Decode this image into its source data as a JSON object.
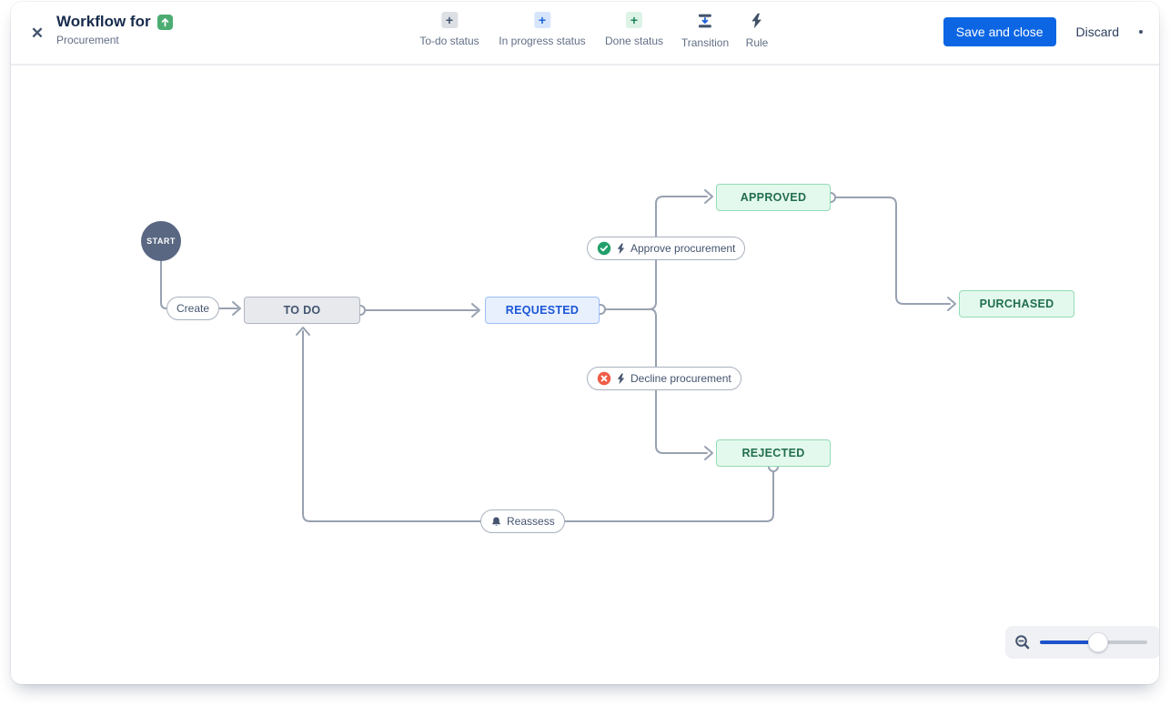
{
  "header": {
    "title": "Workflow for",
    "subtitle": "Procurement"
  },
  "toolbar": {
    "items": [
      {
        "label": "To-do status",
        "icon": "plus-gray-icon",
        "plus_glyph": "+"
      },
      {
        "label": "In progress status",
        "icon": "plus-blue-icon",
        "plus_glyph": "+"
      },
      {
        "label": "Done status",
        "icon": "plus-green-icon",
        "plus_glyph": "+"
      },
      {
        "label": "Transition",
        "icon": "transition-icon"
      },
      {
        "label": "Rule",
        "icon": "lightning-icon"
      }
    ]
  },
  "actions": {
    "save": "Save and close",
    "discard": "Discard"
  },
  "nodes": {
    "start": {
      "label": "START",
      "type": "start"
    },
    "todo": {
      "label": "TO DO",
      "type": "todo"
    },
    "requested": {
      "label": "REQUESTED",
      "type": "in-progress"
    },
    "approved": {
      "label": "APPROVED",
      "type": "done"
    },
    "purchased": {
      "label": "PURCHASED",
      "type": "done"
    },
    "rejected": {
      "label": "REJECTED",
      "type": "done"
    }
  },
  "transitions": {
    "create": {
      "label": "Create"
    },
    "approve": {
      "label": "Approve procurement",
      "icons": [
        "check-circle-icon",
        "lightning-icon"
      ]
    },
    "decline": {
      "label": "Decline procurement",
      "icons": [
        "x-circle-icon",
        "lightning-icon"
      ]
    },
    "reassess": {
      "label": "Reassess",
      "icons": [
        "bell-icon"
      ]
    }
  },
  "colors": {
    "primary_button": "#0C66E4",
    "title_text": "#172B4D",
    "todo_fill": "#E7E9ED",
    "in_progress_fill": "#E8F0FE",
    "in_progress_text": "#1A56D6",
    "done_fill": "#E4F9ED",
    "done_text": "#216E4E",
    "connector": "#98A1B1",
    "start_circle": "#5A6782",
    "approve_badge": "#22A06B",
    "decline_badge": "#EF5C48",
    "zoom_slider_fill": "#1D52C9"
  },
  "icons": {
    "close_glyph": "✕"
  }
}
